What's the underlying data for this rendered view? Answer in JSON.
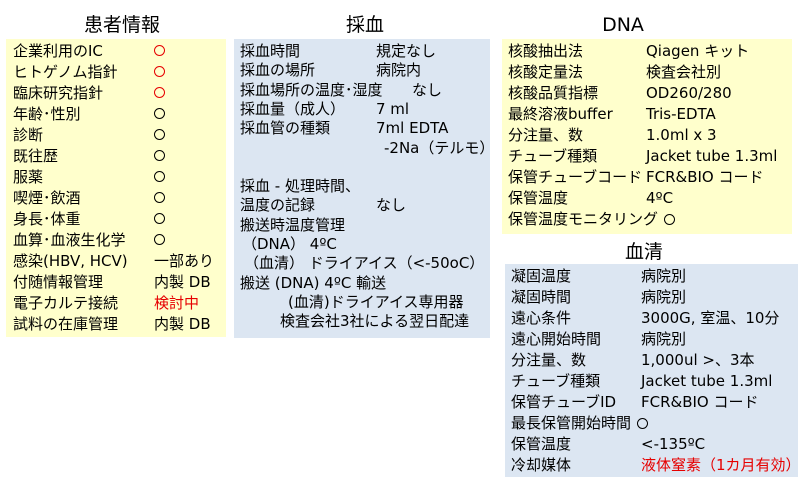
{
  "colors": {
    "yellow": "#ffffcc",
    "blue": "#dce6f2",
    "red": "#e60000"
  },
  "patient": {
    "title": "患者情報",
    "rows": [
      {
        "key": "企業利用のIC",
        "value": "",
        "mark": "red-circle"
      },
      {
        "key": "ヒトゲノム指針",
        "value": "",
        "mark": "red-circle"
      },
      {
        "key": "臨床研究指針",
        "value": "",
        "mark": "red-circle"
      },
      {
        "key": "年齢･性別",
        "value": "",
        "mark": "circle"
      },
      {
        "key": "診断",
        "value": "",
        "mark": "circle"
      },
      {
        "key": "既往歴",
        "value": "",
        "mark": "circle"
      },
      {
        "key": "服薬",
        "value": "",
        "mark": "circle"
      },
      {
        "key": "喫煙･飲酒",
        "value": "",
        "mark": "circle"
      },
      {
        "key": "身長･体重",
        "value": "",
        "mark": "circle"
      },
      {
        "key": "血算･血液生化学",
        "value": "",
        "mark": "circle"
      },
      {
        "key": "感染(HBV, HCV)",
        "value": "一部あり",
        "mark": ""
      },
      {
        "key": "付随情報管理",
        "value": "内製 DB",
        "mark": ""
      },
      {
        "key": "電子カルテ接続",
        "value": "検討中",
        "mark": "",
        "red": true
      },
      {
        "key": "試料の在庫管理",
        "value": "内製 DB",
        "mark": ""
      }
    ]
  },
  "blood": {
    "title": "採血",
    "lines": [
      {
        "a": "採血時間",
        "b": "規定なし"
      },
      {
        "a": "採血の場所",
        "b": "病院内"
      },
      {
        "a": "採血場所の温度･湿度",
        "b": "なし"
      },
      {
        "a": "採血量（成人）",
        "b": "7 ml"
      },
      {
        "a": "採血管の種類",
        "b": "7ml EDTA"
      },
      {
        "a": "",
        "b": "-2Na（テルモ）"
      },
      {
        "a": "",
        "b": ""
      },
      {
        "a": "採血 - 処理時間、",
        "b": ""
      },
      {
        "a": "温度の記録",
        "b": "なし"
      },
      {
        "a": "搬送時温度管理",
        "b": ""
      },
      {
        "a": "（DNA） 4ºC",
        "b": ""
      },
      {
        "a": "（血清） ドライアイス（<-50oC）",
        "b": ""
      },
      {
        "a": "搬送 (DNA) 4ºC 輸送",
        "b": ""
      },
      {
        "a": "(血清)ドライアイス専用器",
        "b": ""
      },
      {
        "a": "検査会社3社による翌日配達",
        "b": ""
      }
    ]
  },
  "dna": {
    "title": "DNA",
    "rows": [
      {
        "key": "核酸抽出法",
        "value": "Qiagen キット"
      },
      {
        "key": "核酸定量法",
        "value": "検査会社別"
      },
      {
        "key": "核酸品質指標",
        "value": "OD260/280"
      },
      {
        "key": "最終溶液buffer",
        "value": "Tris-EDTA"
      },
      {
        "key": "分注量、数",
        "value": "1.0ml x 3"
      },
      {
        "key": "チューブ種類",
        "value": "Jacket tube 1.3ml"
      },
      {
        "key": "保管チューブコード",
        "value": "FCR&BIO コード"
      },
      {
        "key": "保管温度",
        "value": "4ºC"
      },
      {
        "key": "保管温度モニタリング",
        "value": "",
        "mark": "circle"
      }
    ]
  },
  "serum": {
    "title": "血清",
    "rows": [
      {
        "key": "凝固温度",
        "value": "病院別"
      },
      {
        "key": "凝固時間",
        "value": "病院別"
      },
      {
        "key": "遠心条件",
        "value": "3000G, 室温、10分"
      },
      {
        "key": "遠心開始時間",
        "value": "病院別"
      },
      {
        "key": "分注量、数",
        "value": "1,000ul >、3本"
      },
      {
        "key": "チューブ種類",
        "value": "Jacket tube 1.3ml"
      },
      {
        "key": "保管チューブID",
        "value": "FCR&BIO コード"
      },
      {
        "key": "最長保管開始時間",
        "value": "",
        "mark": "circle"
      },
      {
        "key": "保管温度",
        "value": "<-135ºC"
      },
      {
        "key": "冷却媒体",
        "value": "液体窒素（1カ月有効）",
        "red": true
      }
    ]
  }
}
